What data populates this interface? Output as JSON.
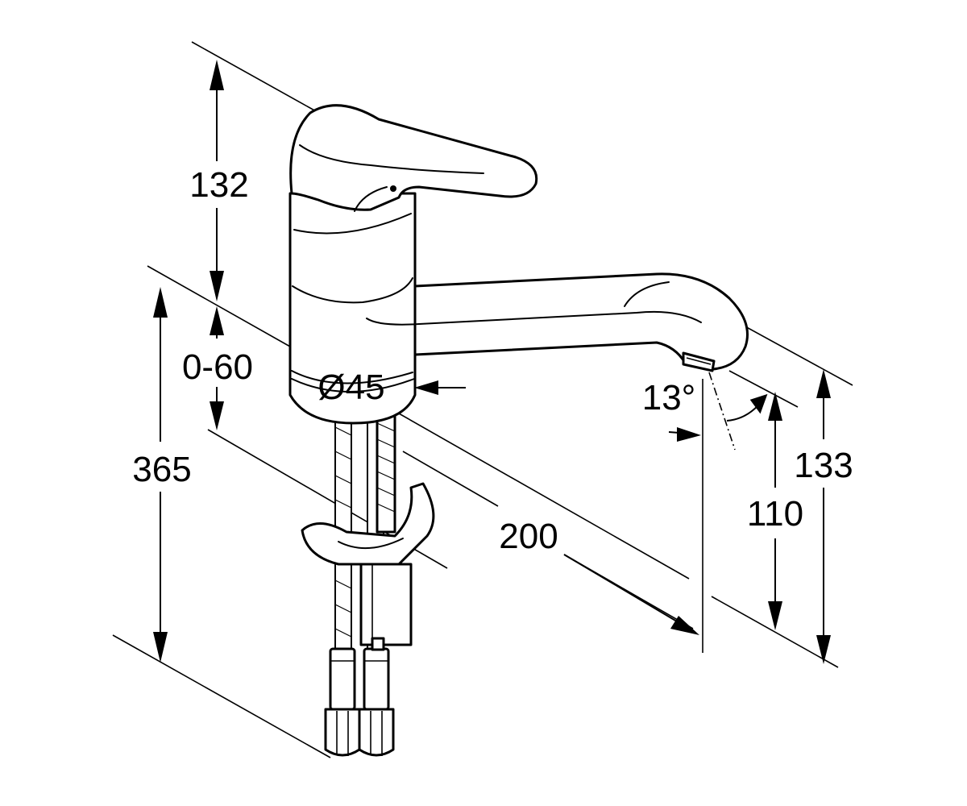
{
  "dimensions": {
    "lever_height": "132",
    "counter_thickness": "0-60",
    "total_height": "365",
    "body_diameter": "Ø45",
    "spout_reach": "200",
    "spout_angle": "13°",
    "outlet_height": "110",
    "spout_height": "133"
  }
}
